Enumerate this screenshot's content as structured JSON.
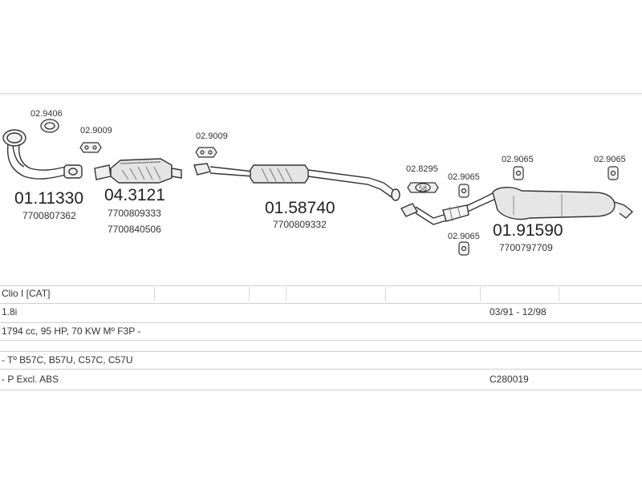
{
  "colors": {
    "ink": "#333333",
    "rule": "#cfcfcf",
    "background": "#ffffff"
  },
  "diagram": {
    "parts": [
      {
        "id": "p1",
        "main": "01.11330",
        "oem": [
          "7700807362"
        ],
        "fitting": "02.9406"
      },
      {
        "id": "p2",
        "main": "04.3121",
        "oem": [
          "7700809333",
          "7700840506"
        ],
        "fitting": "02.9009"
      },
      {
        "id": "p3",
        "main": "01.58740",
        "oem": [
          "7700809332"
        ],
        "fitting": "02.9009"
      },
      {
        "id": "p4",
        "fitting": "02.8295",
        "clamp_label": "58"
      },
      {
        "id": "p5",
        "main": "01.91590",
        "oem": [
          "7700797709"
        ],
        "fittings": [
          "02.9065",
          "02.9065",
          "02.9065",
          "02.9065"
        ]
      }
    ]
  },
  "table": {
    "model": "Clio I [CAT]",
    "engine": "1.8i",
    "period": "03/91 - 12/98",
    "spec": "1794 cc, 95 HP, 70 KW Mº F3P -",
    "codes": "- Tº B57C, B57U, C57C, C57U",
    "note": "- P Excl. ABS",
    "ref": "C280019"
  }
}
